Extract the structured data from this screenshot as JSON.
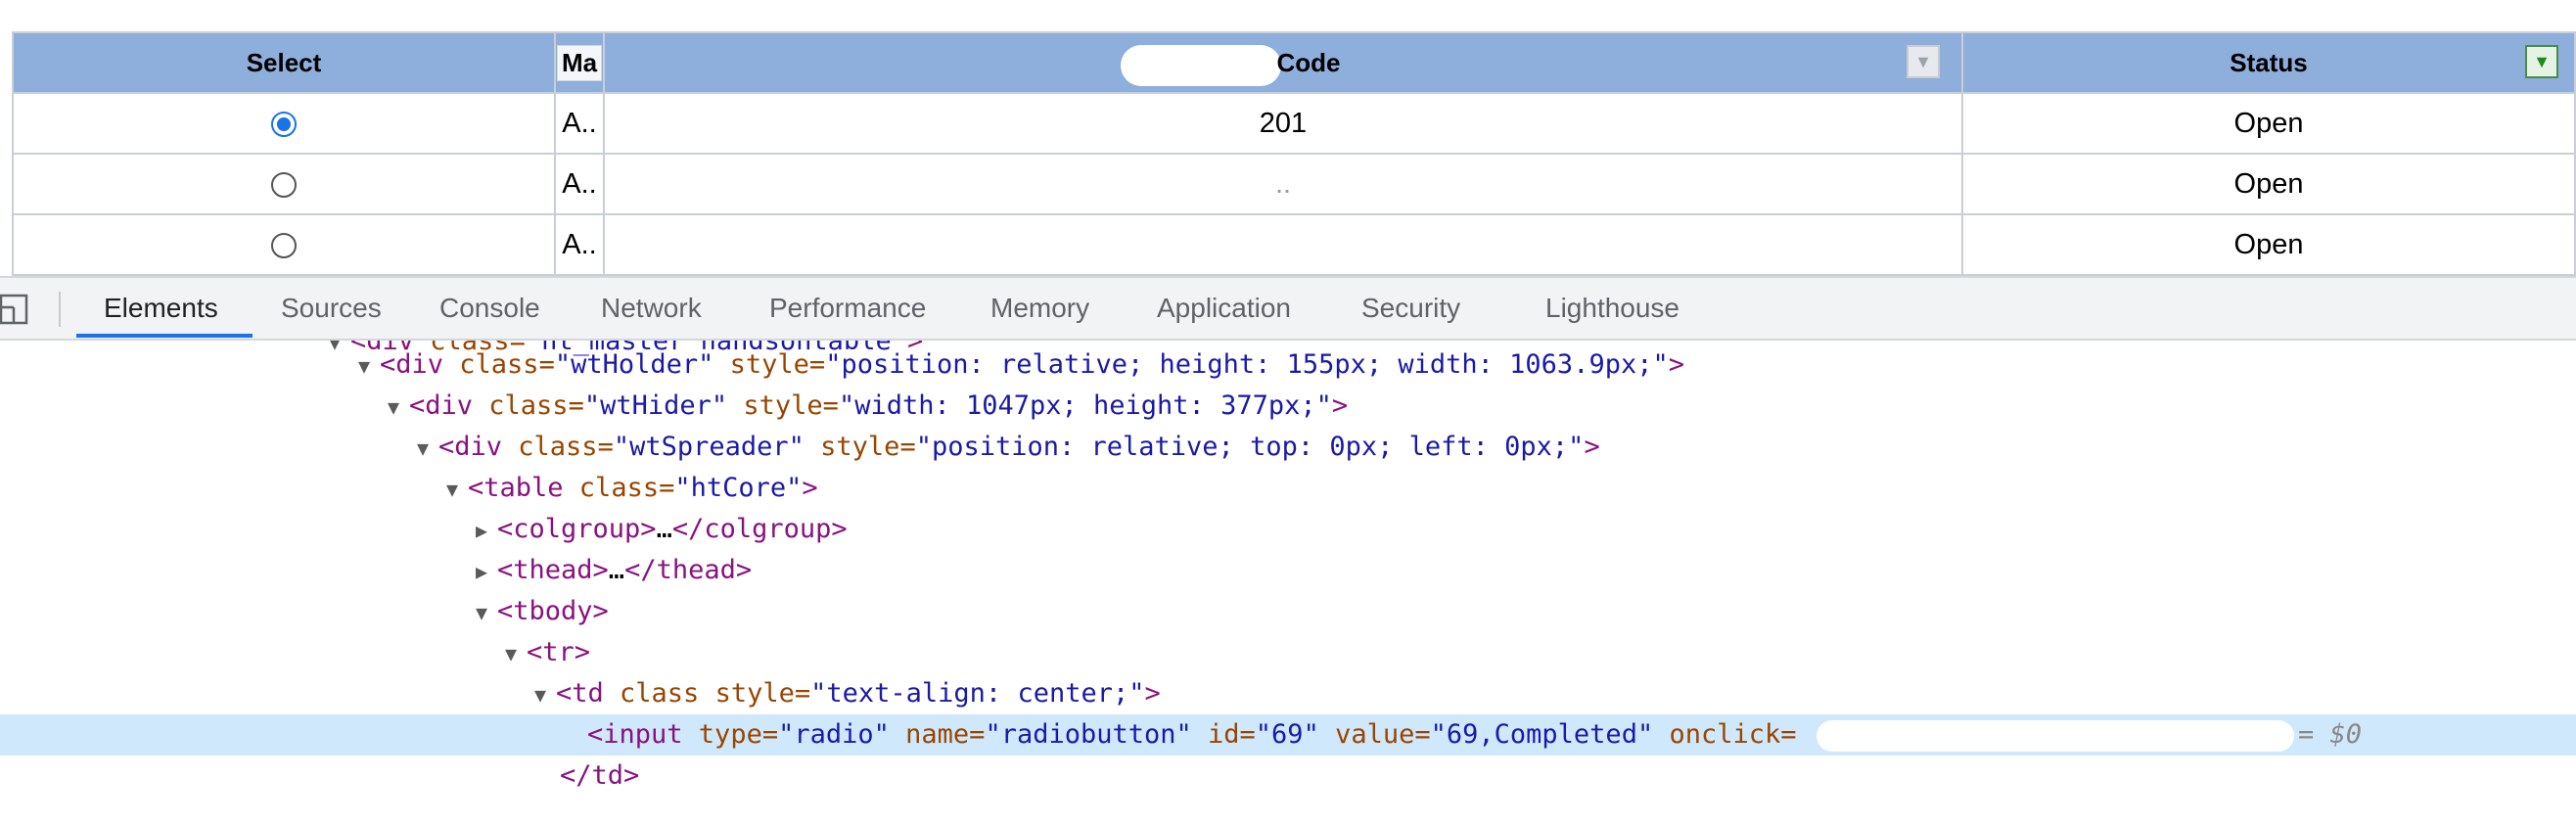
{
  "table": {
    "headers": {
      "select": "Select",
      "ma": "Ma",
      "code": "Code",
      "status": "Status"
    },
    "rows": [
      {
        "ma": "A..",
        "code": "201",
        "status": "Open",
        "selected": true
      },
      {
        "ma": "A..",
        "code": "..",
        "status": "Open",
        "selected": false
      },
      {
        "ma": "A..",
        "code": "",
        "status": "Open",
        "selected": false
      }
    ],
    "filter_icon": "filter-triangle-icon",
    "filter_icon_glyph": "▼"
  },
  "devtools": {
    "tabs": [
      "Elements",
      "Sources",
      "Console",
      "Network",
      "Performance",
      "Memory",
      "Application",
      "Security",
      "Lighthouse"
    ],
    "active_tab": "Elements",
    "dock_icon": "dock-side-icon"
  },
  "dom": {
    "line0": {
      "tag": "<div",
      "attr": " class=",
      "val": "\"ht_master handsontable\"",
      "end": ">"
    },
    "line1": {
      "tag": "<div",
      "attr1": " class=",
      "val1": "\"wtHolder\"",
      "attr2": " style=",
      "val2": "\"position: relative; height: 155px; width: 1063.9px;\"",
      "end": ">"
    },
    "line2": {
      "tag": "<div",
      "attr1": " class=",
      "val1": "\"wtHider\"",
      "attr2": " style=",
      "val2": "\"width: 1047px; height: 377px;\"",
      "end": ">"
    },
    "line3": {
      "tag": "<div",
      "attr1": " class=",
      "val1": "\"wtSpreader\"",
      "attr2": " style=",
      "val2": "\"position: relative; top: 0px; left: 0px;\"",
      "end": ">"
    },
    "line4": {
      "tag": "<table",
      "attr1": " class=",
      "val1": "\"htCore\"",
      "end": ">"
    },
    "line5": {
      "open": "<colgroup>",
      "dots": "…",
      "close": "</colgroup>"
    },
    "line6": {
      "open": "<thead>",
      "dots": "…",
      "close": "</thead>"
    },
    "line7": {
      "open": "<tbody>"
    },
    "line8": {
      "open": "<tr>"
    },
    "line9": {
      "tag": "<td",
      "attr1": " class",
      "attr2": " style=",
      "val2": "\"text-align: center;\"",
      "end": ">"
    },
    "line10": {
      "tag": "<input",
      "attr1": " type=",
      "val1": "\"radio\"",
      "attr2": " name=",
      "val2": "\"radiobutton\"",
      "attr3": " id=",
      "val3": "\"69\"",
      "attr4": " value=",
      "val4": "\"69,Completed\"",
      "attr5": " onclick=",
      "eq": "= $0"
    },
    "line11": {
      "close": "</td>"
    },
    "expand_glyph": "▼",
    "collapsed_glyph": "▶"
  }
}
